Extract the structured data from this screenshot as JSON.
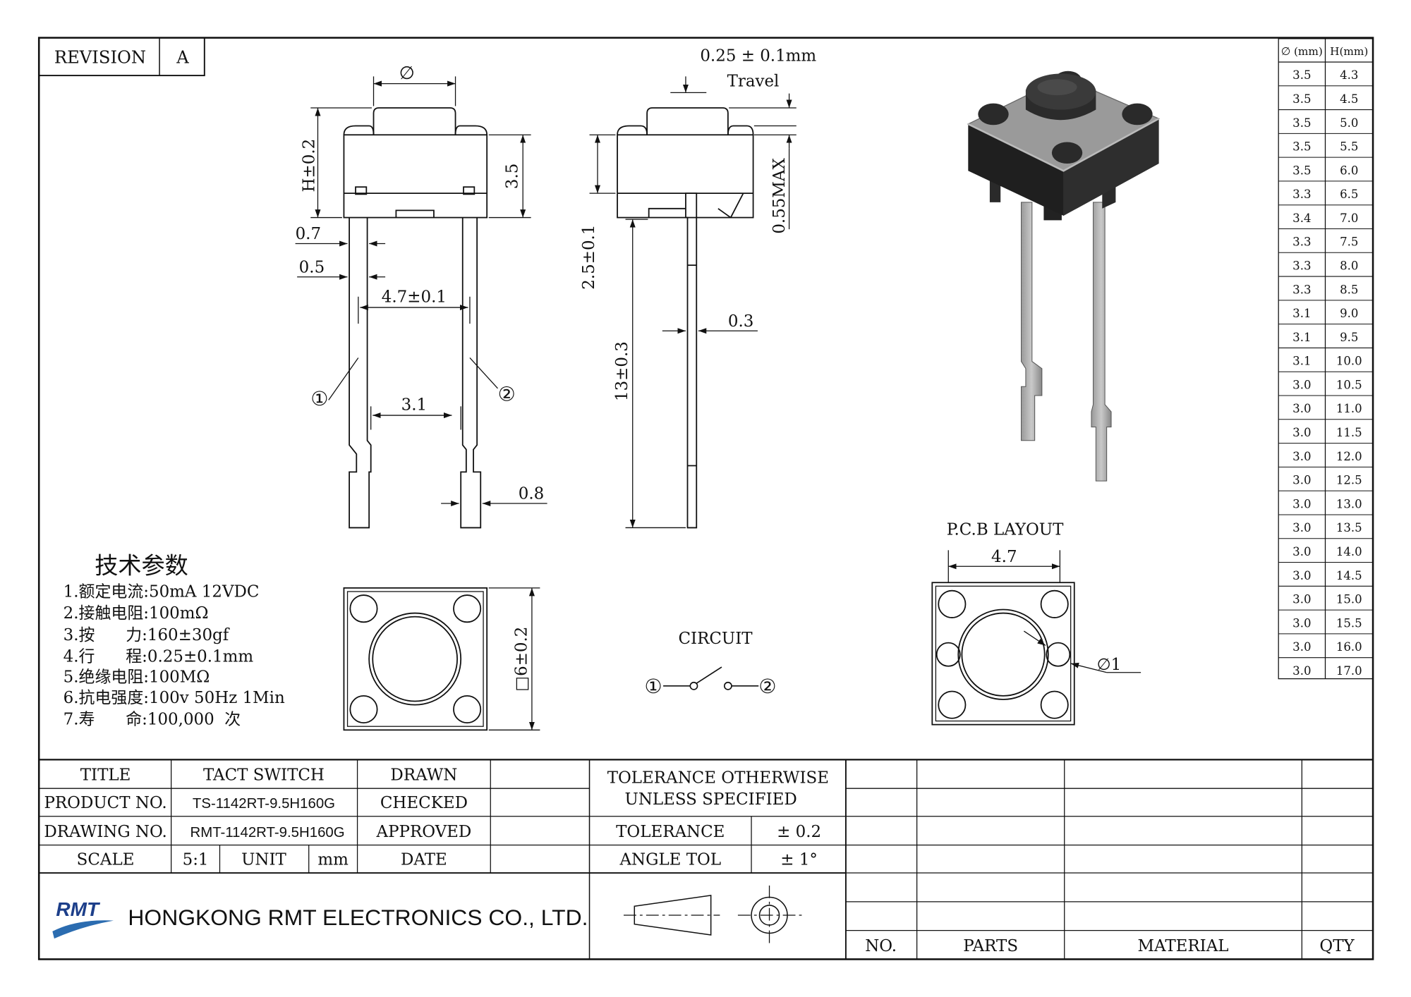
{
  "revision": {
    "label": "REVISION",
    "value": "A"
  },
  "front_view": {
    "diameter_symbol": "∅",
    "height_dim": "H±0.2",
    "body_dim": "3.5",
    "dim_0_7": "0.7",
    "dim_0_5": "0.5",
    "pitch_dim": "4.7±0.1",
    "dim_3_1": "3.1",
    "dim_0_8": "0.8",
    "pin1": "①",
    "pin2": "②"
  },
  "side_view": {
    "travel_dim": "0.25 ± 0.1mm",
    "travel_label": "Travel",
    "max_dim": "0.55MAX",
    "dim_2_5": "2.5±0.1",
    "dim_0_3": "0.3",
    "lead_len": "13±0.3"
  },
  "spec_table": {
    "headers": [
      "∅ (mm)",
      "H(mm)"
    ],
    "rows": [
      [
        "3.5",
        "4.3"
      ],
      [
        "3.5",
        "4.5"
      ],
      [
        "3.5",
        "5.0"
      ],
      [
        "3.5",
        "5.5"
      ],
      [
        "3.5",
        "6.0"
      ],
      [
        "3.3",
        "6.5"
      ],
      [
        "3.4",
        "7.0"
      ],
      [
        "3.3",
        "7.5"
      ],
      [
        "3.3",
        "8.0"
      ],
      [
        "3.3",
        "8.5"
      ],
      [
        "3.1",
        "9.0"
      ],
      [
        "3.1",
        "9.5"
      ],
      [
        "3.1",
        "10.0"
      ],
      [
        "3.0",
        "10.5"
      ],
      [
        "3.0",
        "11.0"
      ],
      [
        "3.0",
        "11.5"
      ],
      [
        "3.0",
        "12.0"
      ],
      [
        "3.0",
        "12.5"
      ],
      [
        "3.0",
        "13.0"
      ],
      [
        "3.0",
        "13.5"
      ],
      [
        "3.0",
        "14.0"
      ],
      [
        "3.0",
        "14.5"
      ],
      [
        "3.0",
        "15.0"
      ],
      [
        "3.0",
        "15.5"
      ],
      [
        "3.0",
        "16.0"
      ],
      [
        "3.0",
        "17.0"
      ]
    ]
  },
  "tech_params": {
    "heading": "技术参数",
    "items": [
      "1.额定电流:50mA 12VDC",
      "2.接触电阻:100mΩ",
      "3.按      力:160±30gf",
      "4.行      程:0.25±0.1mm",
      "5.绝缘电阻:100MΩ",
      "6.抗电强度:100v 50Hz 1Min",
      "7.寿      命:100,000  次"
    ]
  },
  "bottom_view": {
    "square_dim": "□6±0.2"
  },
  "circuit": {
    "label": "CIRCUIT",
    "pin1": "①",
    "pin2": "②"
  },
  "pcb_layout": {
    "label": "P.C.B LAYOUT",
    "pitch": "4.7",
    "hole": "∅1"
  },
  "title_block": {
    "title_label": "TITLE",
    "title_value": "TACT SWITCH",
    "product_label": "PRODUCT NO.",
    "product_value": "TS-1142RT-9.5H160G",
    "drawing_label": "DRAWING NO.",
    "drawing_value": "RMT-1142RT-9.5H160G",
    "scale_label": "SCALE",
    "scale_value": "5:1",
    "unit_label": "UNIT",
    "unit_value": "mm",
    "drawn_label": "DRAWN",
    "checked_label": "CHECKED",
    "approved_label": "APPROVED",
    "date_label": "DATE",
    "tol_header_1": "TOLERANCE OTHERWISE",
    "tol_header_2": "UNLESS SPECIFIED",
    "tol_label": "TOLERANCE",
    "tol_value": "± 0.2",
    "angle_label": "ANGLE TOL",
    "angle_value": "± 1°",
    "bom_headers": [
      "NO.",
      "PARTS",
      "MATERIAL",
      "QTY"
    ]
  },
  "company": {
    "logo_text": "RMT",
    "name": "HONGKONG RMT ELECTRONICS CO., LTD."
  }
}
